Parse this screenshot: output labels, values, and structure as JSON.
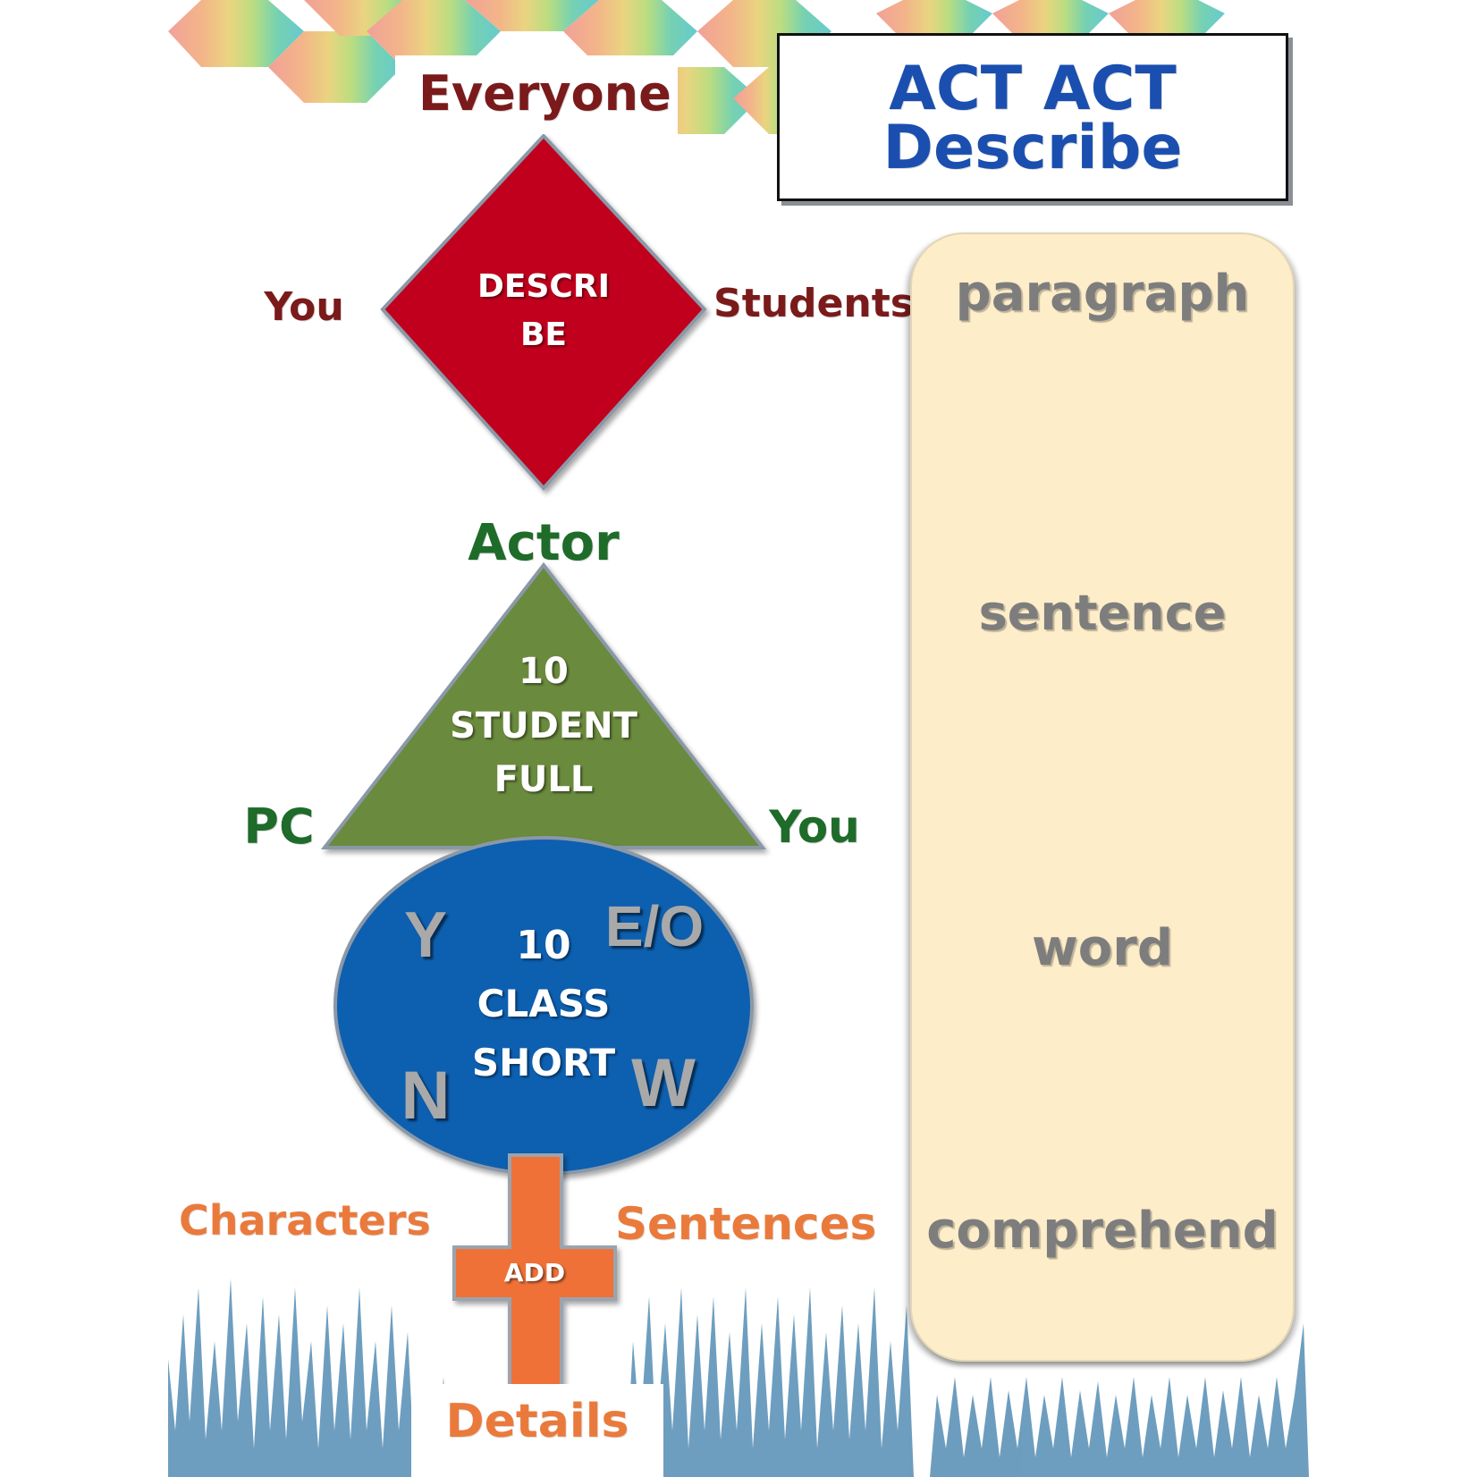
{
  "title": {
    "line1": "ACT ACT",
    "line2": "Describe"
  },
  "diamond": {
    "top_label": "Everyone",
    "left_label": "You",
    "right_label": "Students",
    "line1": "DESCRI",
    "line2": "BE"
  },
  "triangle": {
    "top_label": "Actor",
    "left_label": "PC",
    "right_label": "You",
    "line1": "10",
    "line2": "STUDENT",
    "line3": "FULL"
  },
  "circle": {
    "line1": "10",
    "line2": "CLASS",
    "line3": "SHORT",
    "corner_tl": "Y",
    "corner_tr": "E/O",
    "corner_bl": "N",
    "corner_br": "W"
  },
  "cross": {
    "center": "ADD",
    "left_label": "Characters",
    "right_label": "Sentences",
    "bottom_label": "Details"
  },
  "side_panel": {
    "words": [
      "paragraph",
      "sentence",
      "word",
      "comprehend"
    ]
  },
  "colors": {
    "diamond": "#c0001a",
    "triangle": "#6a8a3e",
    "circle": "#0b5fb0",
    "cross": "#ef7139",
    "panel": "#fdedc9",
    "title_text": "#1a4fb0"
  }
}
